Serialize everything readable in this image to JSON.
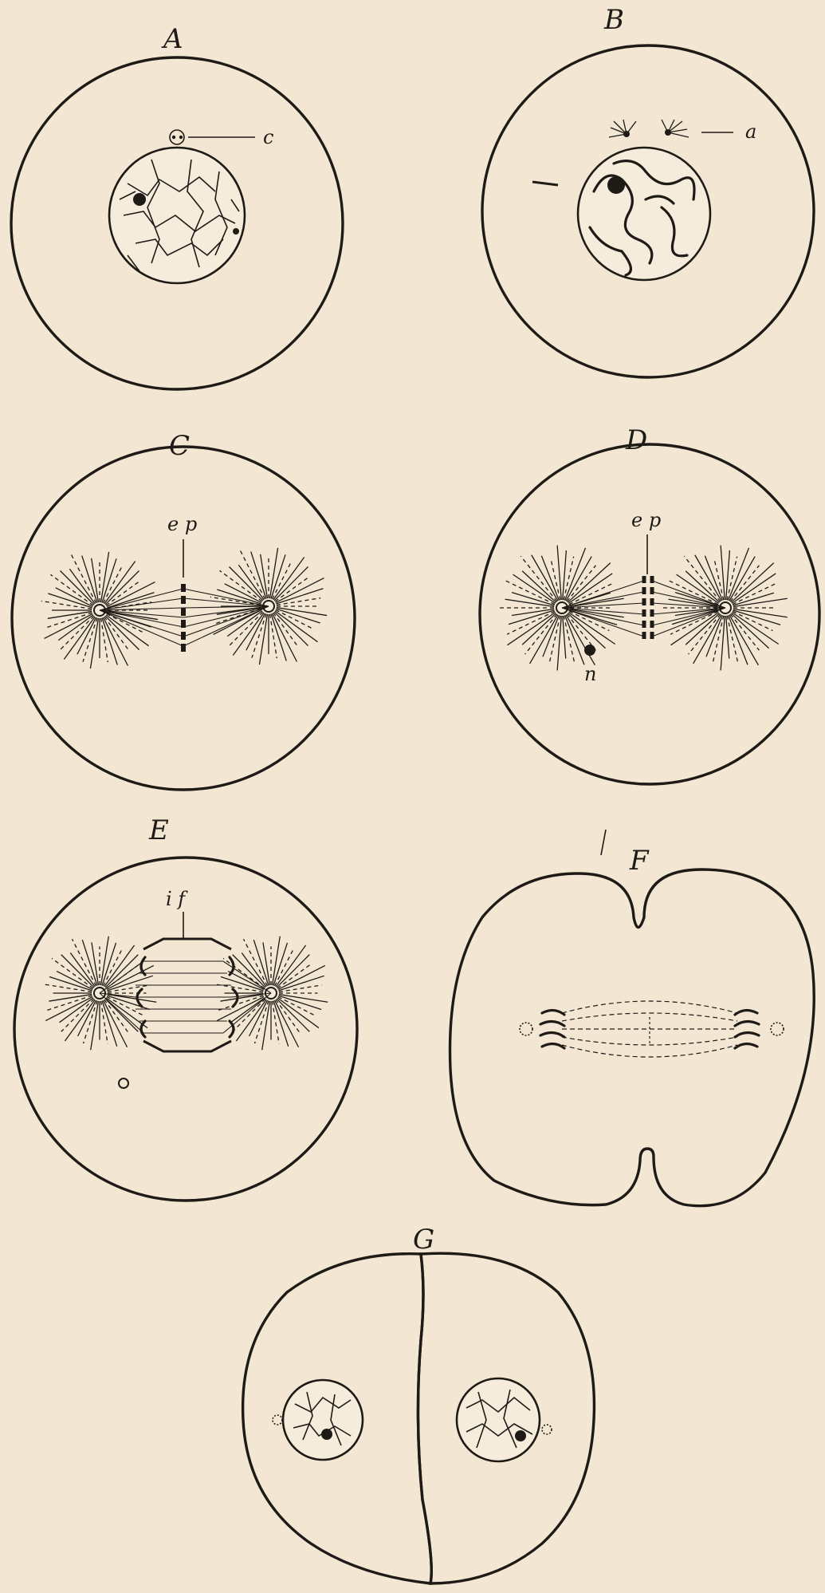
{
  "panels": {
    "A": {
      "title": "A",
      "label_c": "c"
    },
    "B": {
      "title": "B",
      "label_a": "a"
    },
    "C": {
      "title": "C",
      "label_ep": "e p"
    },
    "D": {
      "title": "D",
      "label_ep": "e p",
      "label_n": "n"
    },
    "E": {
      "title": "E",
      "label_if": "i f"
    },
    "F": {
      "title": "F"
    },
    "G": {
      "title": "G"
    }
  }
}
